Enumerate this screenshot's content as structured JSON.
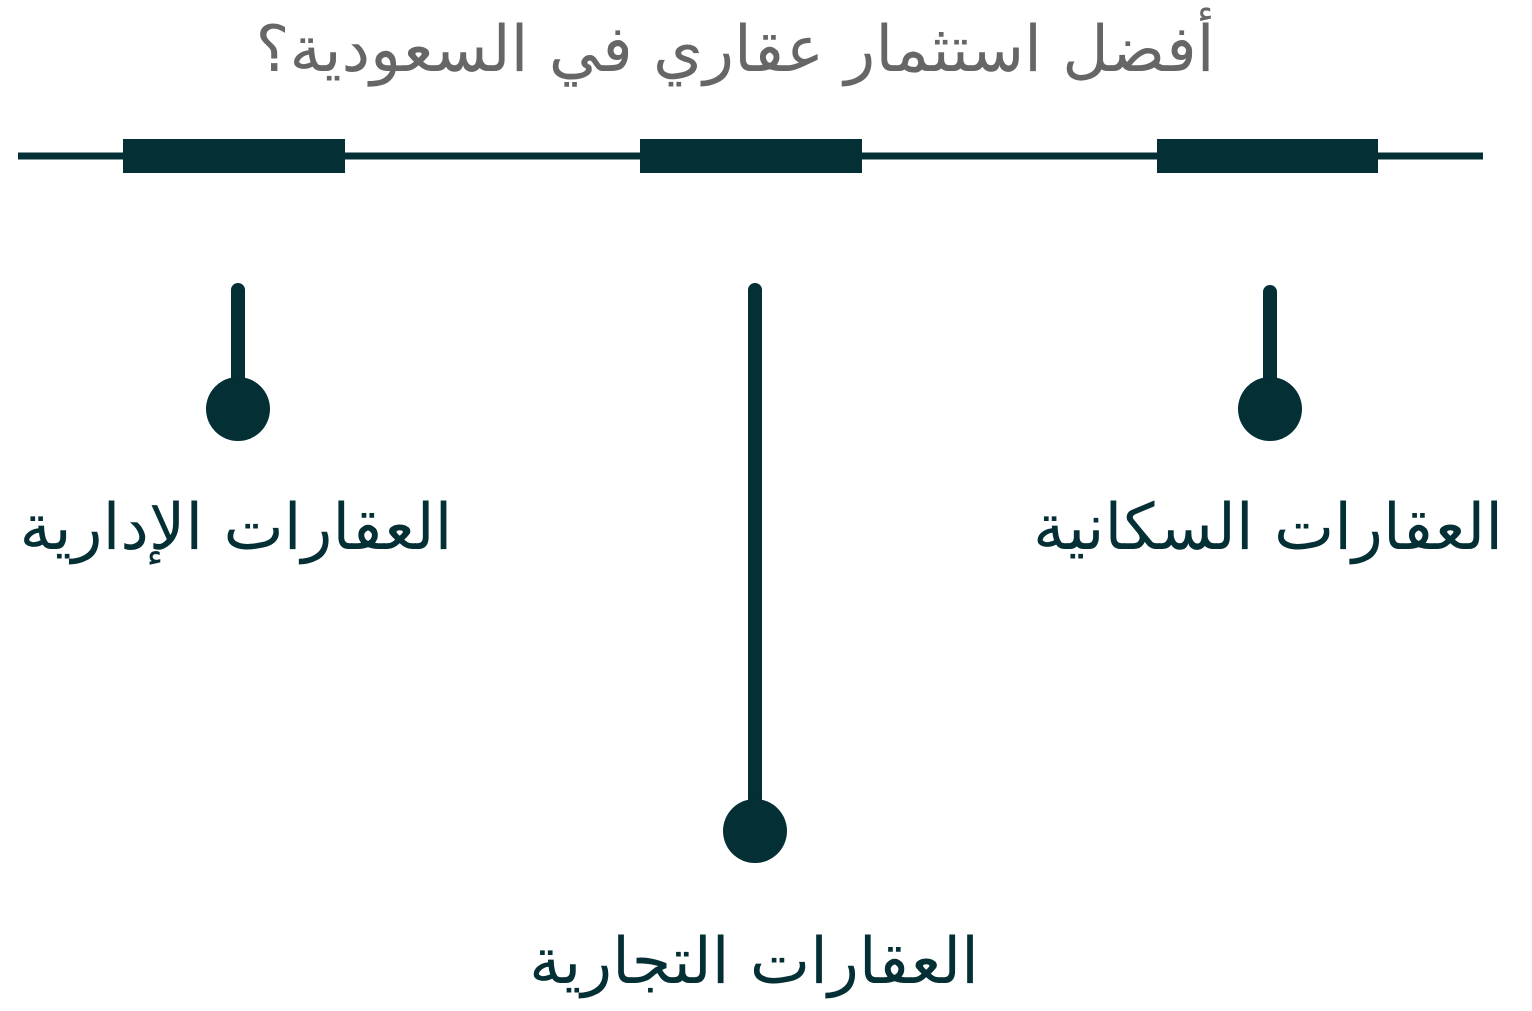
{
  "title": "أفضل استثمار عقاري في السعودية؟",
  "colors": {
    "primary": "#042f35",
    "title": "#666666",
    "background": "#ffffff"
  },
  "nodes": [
    {
      "id": "residential",
      "label": "العقارات السكانية"
    },
    {
      "id": "commercial",
      "label": "العقارات التجارية"
    },
    {
      "id": "administrative",
      "label": "العقارات الإدارية"
    }
  ]
}
